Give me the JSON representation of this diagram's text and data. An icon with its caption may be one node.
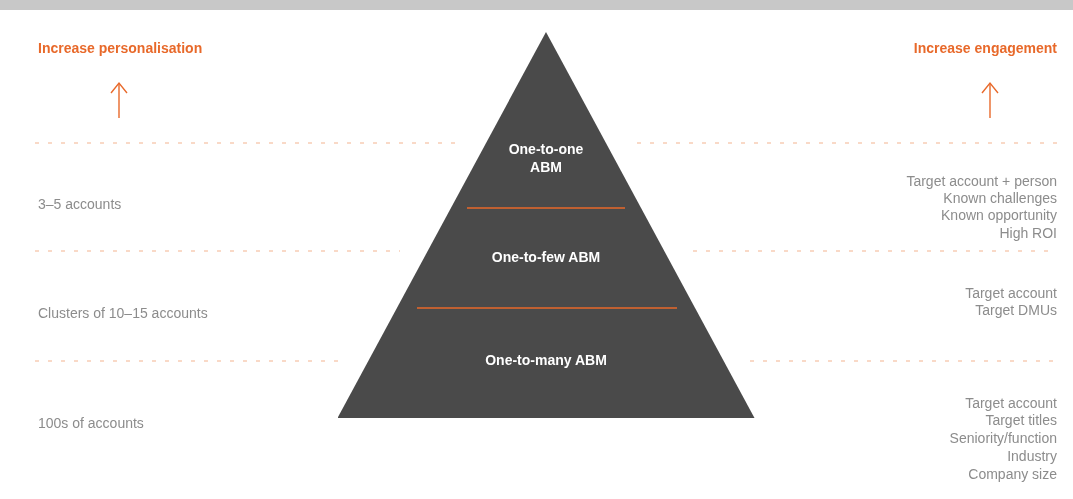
{
  "diagram": {
    "nodes": [
      {
        "text": [
          "One-to-one ABM"
        ]
      },
      {
        "text": [
          "One-to-few ABM"
        ]
      },
      {
        "text": [
          "One-to-many ABM"
        ]
      }
    ],
    "edges": [],
    "labels": [
      "Increase personalisation",
      "Increase engagement",
      "3–5 accounts",
      "Target account + person",
      "Known challenges",
      "Known opportunity",
      "High ROI",
      "Clusters of 10–15 accounts",
      "Target account",
      "Target DMUs",
      "100s of accounts",
      "Target account",
      "Target titles",
      "Seniority/function",
      "Industry",
      "Company size"
    ]
  }
}
